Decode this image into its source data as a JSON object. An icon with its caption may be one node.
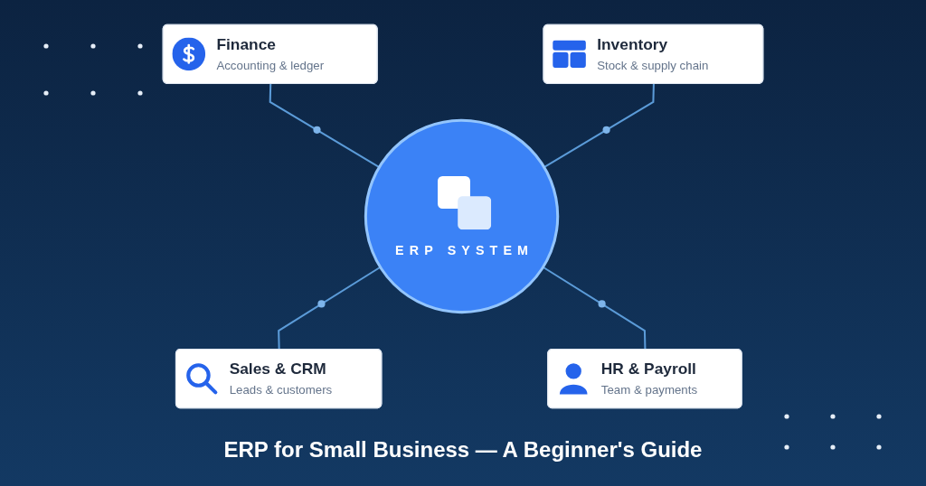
{
  "diagram": {
    "title": "ERP for Small Business — A Beginner's Guide",
    "nodes": [
      {
        "text": [
          "Finance",
          "Accounting & ledger"
        ]
      },
      {
        "text": [
          "Inventory",
          "Stock & supply chain"
        ]
      },
      {
        "text": [
          "ERP SYSTEM"
        ]
      },
      {
        "text": [
          "Sales & CRM",
          "Leads & customers"
        ]
      },
      {
        "text": [
          "HR & Payroll",
          "Team & payments"
        ]
      }
    ],
    "edges": [
      {
        "from": 0,
        "to": 2,
        "arrow": "none"
      },
      {
        "from": 1,
        "to": 2,
        "arrow": "none"
      },
      {
        "from": 2,
        "to": 3,
        "arrow": "none"
      },
      {
        "from": 2,
        "to": 4,
        "arrow": "none"
      }
    ]
  }
}
